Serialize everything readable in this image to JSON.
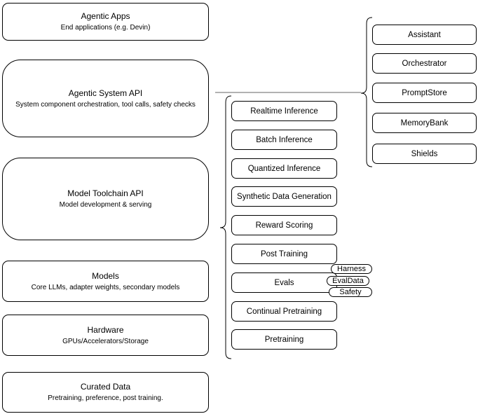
{
  "diagram": {
    "stack": [
      {
        "title": "Agentic Apps",
        "subtitle": "End applications (e.g. Devin)"
      },
      {
        "title": "Agentic System API",
        "subtitle": "System component orchestration, tool calls, safety checks"
      },
      {
        "title": "Model Toolchain API",
        "subtitle": "Model development & serving"
      },
      {
        "title": "Models",
        "subtitle": "Core LLMs, adapter weights, secondary models"
      },
      {
        "title": "Hardware",
        "subtitle": "GPUs/Accelerators/Storage"
      },
      {
        "title": "Curated Data",
        "subtitle": "Pretraining, preference, post training."
      }
    ],
    "toolchain_services": [
      {
        "label": "Realtime Inference"
      },
      {
        "label": "Batch Inference"
      },
      {
        "label": "Quantized Inference"
      },
      {
        "label": "Synthetic Data Generation"
      },
      {
        "label": "Reward Scoring"
      },
      {
        "label": "Post Training"
      },
      {
        "label": "Evals"
      },
      {
        "label": "Continual Pretraining"
      },
      {
        "label": "Pretraining"
      }
    ],
    "evals_components": [
      {
        "label": "Harness"
      },
      {
        "label": "EvalData"
      },
      {
        "label": "Safety"
      }
    ],
    "system_components": [
      {
        "label": "Assistant"
      },
      {
        "label": "Orchestrator"
      },
      {
        "label": "PromptStore"
      },
      {
        "label": "MemoryBank"
      },
      {
        "label": "Shields"
      }
    ],
    "colors": {
      "box_border": "#000000",
      "box_fill": "#ffffff",
      "text": "#000000",
      "connector": "#666666"
    }
  }
}
